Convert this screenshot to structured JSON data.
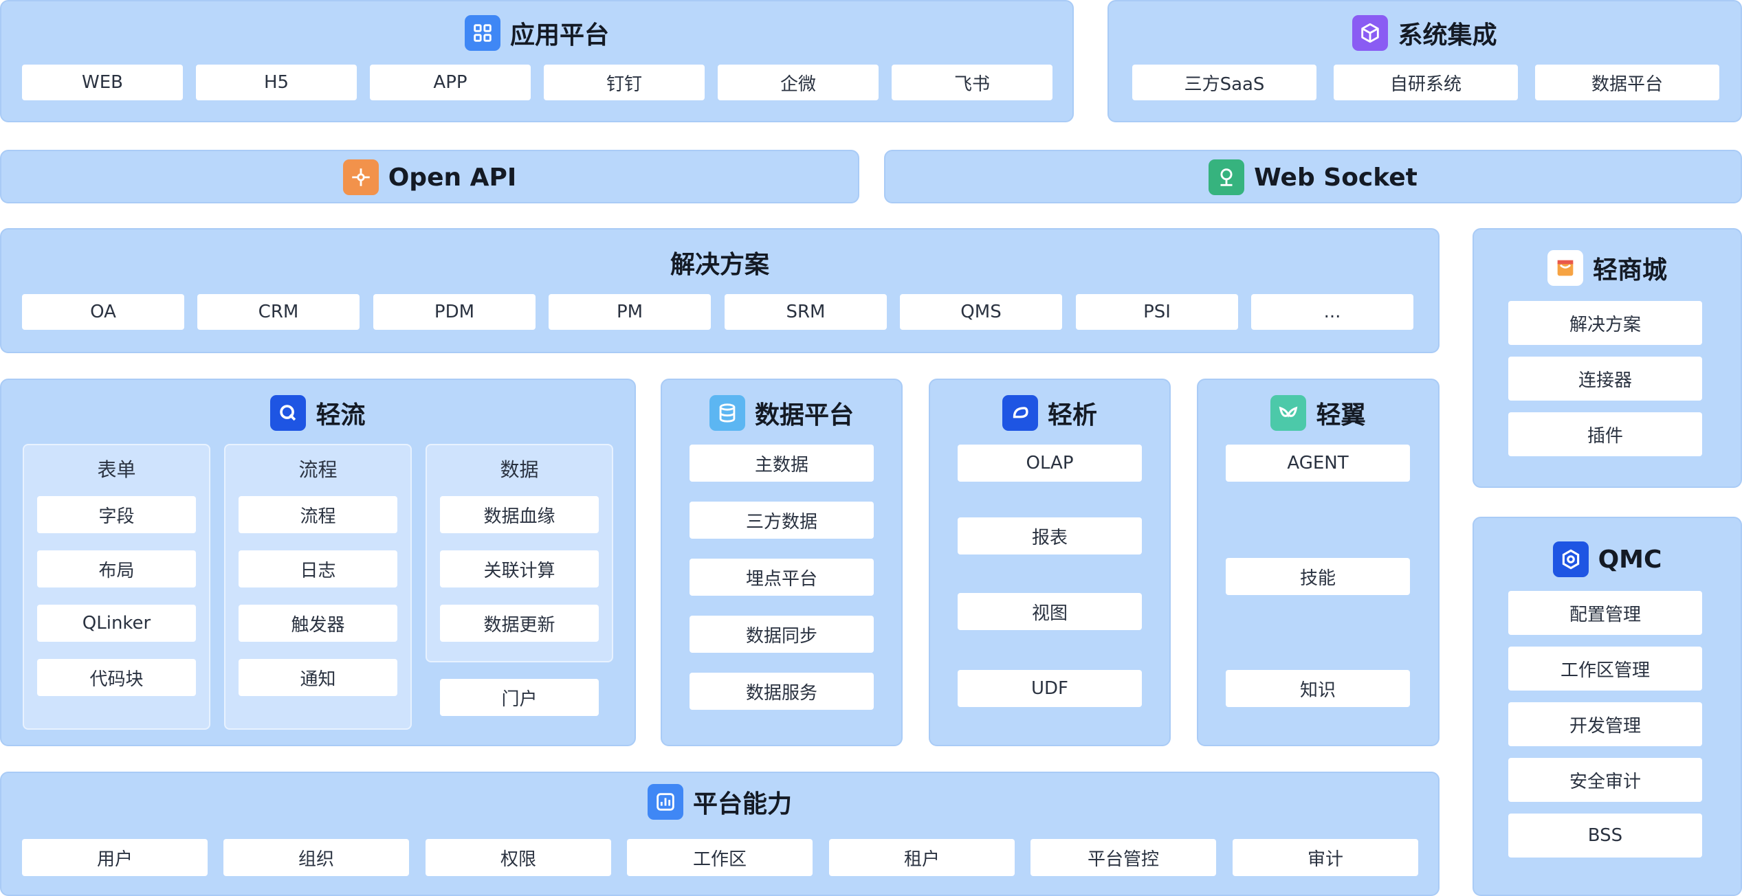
{
  "app_platform": {
    "title": "应用平台",
    "icon": "grid-icon",
    "icon_color": "#3f87f5",
    "items": [
      "WEB",
      "H5",
      "APP",
      "钉钉",
      "企微",
      "飞书"
    ]
  },
  "system_integration": {
    "title": "系统集成",
    "icon": "cube-icon",
    "icon_color": "#8a5cf3",
    "items": [
      "三方SaaS",
      "自研系统",
      "数据平台"
    ]
  },
  "open_api": {
    "title": "Open API",
    "icon": "api-icon",
    "icon_color": "#f2924b"
  },
  "web_socket": {
    "title": "Web Socket",
    "icon": "network-icon",
    "icon_color": "#36b37e"
  },
  "solutions": {
    "title": "解决方案",
    "items": [
      "OA",
      "CRM",
      "PDM",
      "PM",
      "SRM",
      "QMS",
      "PSI",
      "..."
    ]
  },
  "light_mall": {
    "title": "轻商城",
    "icon": "shop-icon",
    "items": [
      "解决方案",
      "连接器",
      "插件"
    ]
  },
  "qingliu": {
    "title": "轻流",
    "icon": "q-logo-icon",
    "icon_color": "#1e55e3",
    "groups": [
      {
        "title": "表单",
        "items": [
          "字段",
          "布局",
          "QLinker",
          "代码块"
        ]
      },
      {
        "title": "流程",
        "items": [
          "流程",
          "日志",
          "触发器",
          "通知"
        ]
      },
      {
        "title": "数据",
        "items": [
          "数据血缘",
          "关联计算",
          "数据更新"
        ]
      }
    ],
    "portal": "门户"
  },
  "data_platform": {
    "title": "数据平台",
    "icon": "database-icon",
    "icon_color": "#5cb6f2",
    "items": [
      "主数据",
      "三方数据",
      "埋点平台",
      "数据同步",
      "数据服务"
    ]
  },
  "qingxi": {
    "title": "轻析",
    "icon": "analytics-icon",
    "icon_color": "#1e55e3",
    "items": [
      "OLAP",
      "报表",
      "视图",
      "UDF"
    ]
  },
  "qingyi": {
    "title": "轻翼",
    "icon": "wing-icon",
    "icon_color": "#4cc9a9",
    "items": [
      "AGENT",
      "技能",
      "知识"
    ]
  },
  "qmc": {
    "title": "QMC",
    "icon": "qmc-icon",
    "icon_color": "#1e55e3",
    "items": [
      "配置管理",
      "工作区管理",
      "开发管理",
      "安全审计",
      "BSS"
    ]
  },
  "platform_capability": {
    "title": "平台能力",
    "icon": "dashboard-icon",
    "icon_color": "#3f87f5",
    "items": [
      "用户",
      "组织",
      "权限",
      "工作区",
      "租户",
      "平台管控",
      "审计"
    ]
  }
}
